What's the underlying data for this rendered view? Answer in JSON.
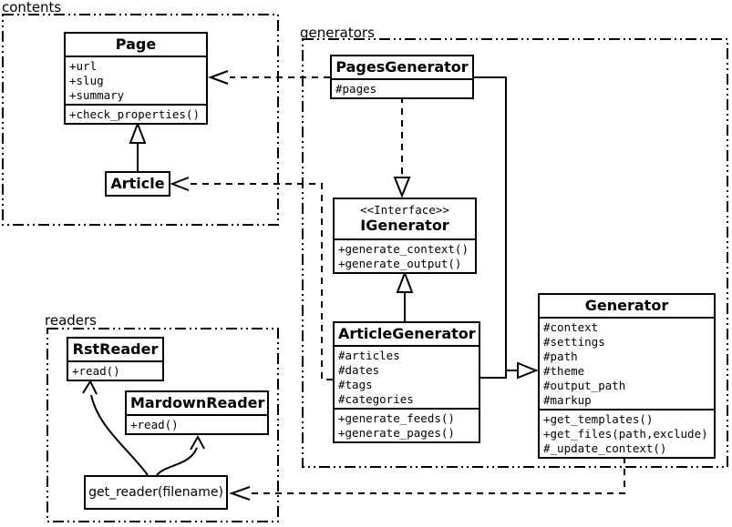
{
  "diagram": {
    "packages": {
      "contents": {
        "label": "contents"
      },
      "generators": {
        "label": "generators"
      },
      "readers": {
        "label": "readers"
      }
    },
    "classes": {
      "page": {
        "title": "Page",
        "attributes": [
          "+url",
          "+slug",
          "+summary"
        ],
        "methods": [
          "+check_properties()"
        ]
      },
      "article": {
        "title": "Article"
      },
      "pages_generator": {
        "title": "PagesGenerator",
        "attributes": [
          "#pages"
        ]
      },
      "igenerator": {
        "stereotype": "<<Interface>>",
        "title": "IGenerator",
        "methods": [
          "+generate_context()",
          "+generate_output()"
        ]
      },
      "article_generator": {
        "title": "ArticleGenerator",
        "attributes": [
          "#articles",
          "#dates",
          "#tags",
          "#categories"
        ],
        "methods": [
          "+generate_feeds()",
          "+generate_pages()"
        ]
      },
      "generator": {
        "title": "Generator",
        "attributes": [
          "#context",
          "#settings",
          "#path",
          "#theme",
          "#output_path",
          "#markup"
        ],
        "methods": [
          "+get_templates()",
          "+get_files(path,exclude)",
          "#_update_context()"
        ]
      },
      "rst_reader": {
        "title": "RstReader",
        "methods": [
          "+read()"
        ]
      },
      "mardown_reader": {
        "title": "MardownReader",
        "methods": [
          "+read()"
        ]
      },
      "get_reader": {
        "title": "get_reader(filename)"
      }
    },
    "colors": {
      "line": "#000000",
      "background": "#ffffff",
      "box_fill": "#ffffff"
    }
  }
}
